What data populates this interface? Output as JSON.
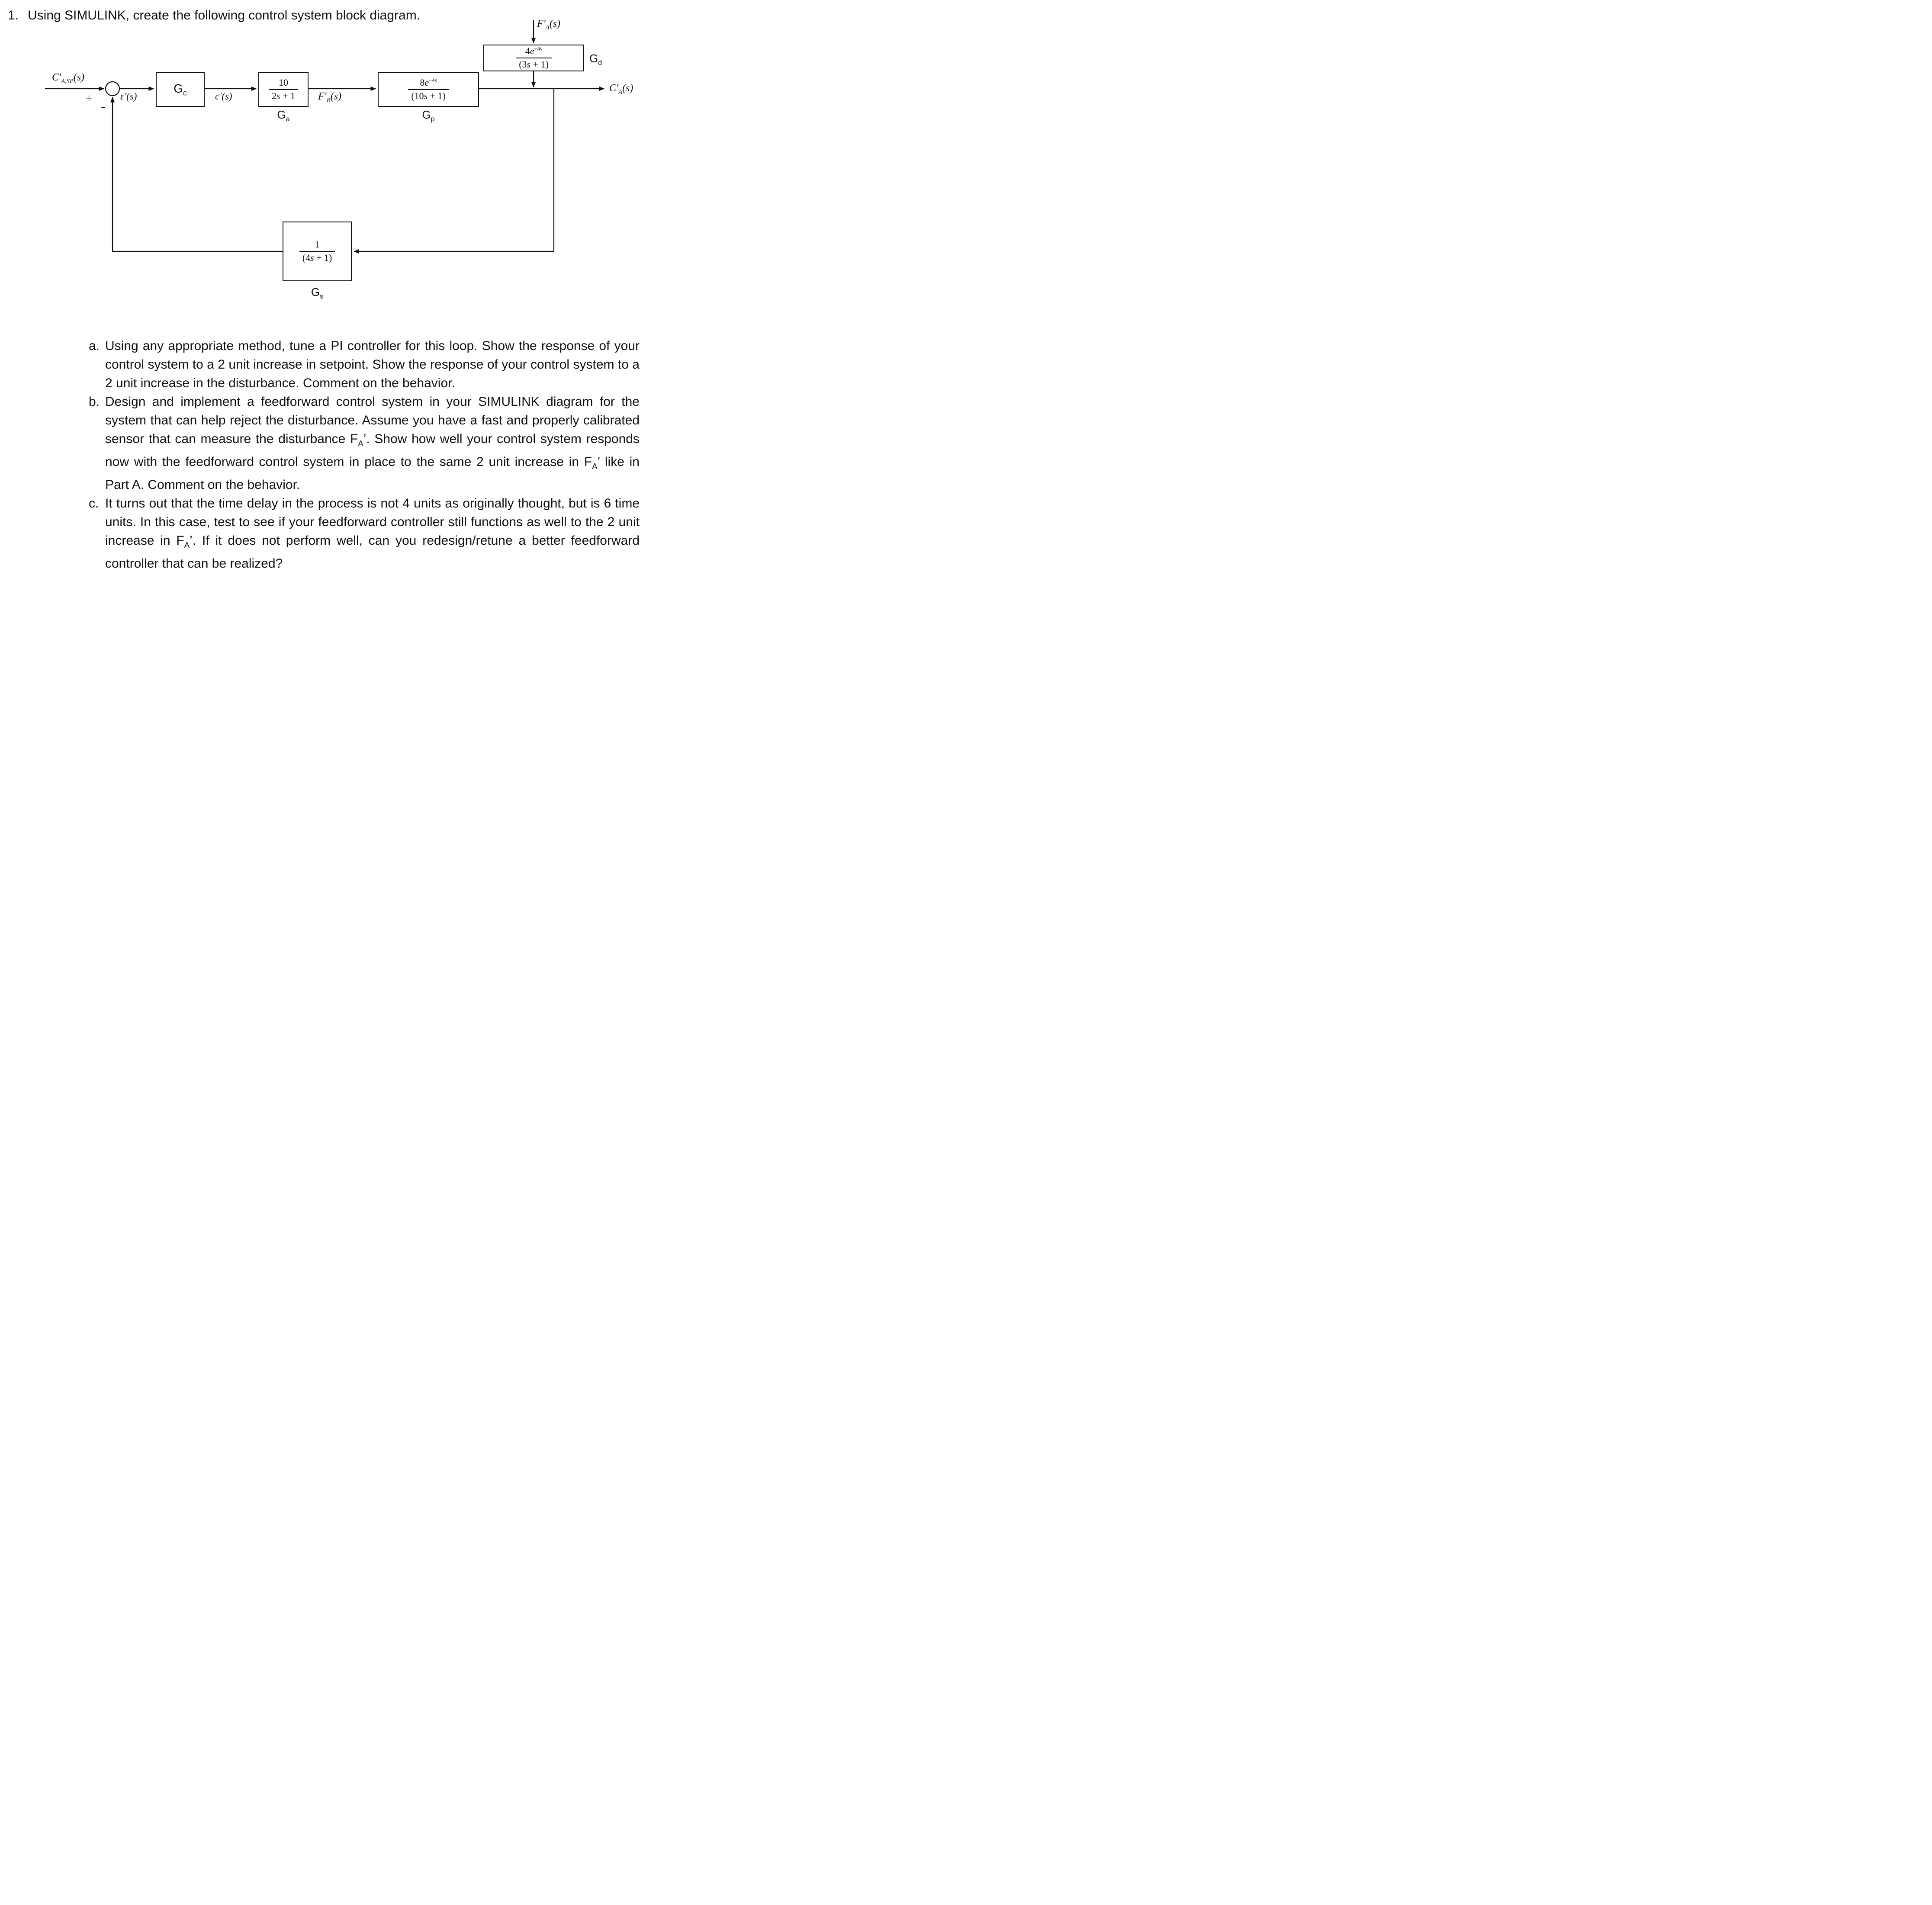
{
  "page": {
    "problem_number": "1.",
    "title": "Using SIMULINK, create the following control system block diagram."
  },
  "diagram": {
    "disturbance_label": "F′_{A}(s)",
    "gd": {
      "numerator": "4*e*^{−4*s*}",
      "denominator": "(3*s* + 1)",
      "name": "G_{d}"
    },
    "input_label": "C′_{A,SP}(s)",
    "plus_sign": "+",
    "minus_sign": "-",
    "error_label": "ε′(s)",
    "gc": {
      "name": "G_{c}"
    },
    "controller_output_label": "c′(s)",
    "ga": {
      "numerator": "10",
      "denominator": "2*s* + 1",
      "name": "G_{a}"
    },
    "fb_label": "F′_{B}(s)",
    "gp": {
      "numerator": "8*e*^{−4*s*}",
      "denominator": "(10*s* + 1)",
      "name": "G_{p}"
    },
    "output_label": "C′_{A}(s)",
    "gs": {
      "numerator": "1",
      "denominator": "(4*s* + 1)",
      "name": "G_{s}"
    }
  },
  "questions": [
    {
      "letter": "a.",
      "text": "Using any appropriate method, tune a PI controller for this loop.  Show the response of your control system to a 2 unit increase in setpoint. Show the response of your control system to a 2 unit increase in the disturbance.  Comment on the behavior."
    },
    {
      "letter": "b.",
      "text": "Design and implement a feedforward control system in your SIMULINK diagram for the system that can help reject the disturbance.  Assume you have a fast and properly calibrated sensor that can measure the disturbance F_{A}’. Show how well your control system responds now with the feedforward control system in place to the same 2 unit increase in F_{A}’ like in Part A. Comment on the behavior."
    },
    {
      "letter": "c.",
      "text": "It turns out that the time delay in the process is not 4 units as originally thought, but is 6 time units. In this case, test to see if your feedforward controller still functions as well to the 2 unit increase in F_{A}’.  If it does not perform well, can you redesign/retune a better feedforward controller that can be realized?"
    }
  ]
}
